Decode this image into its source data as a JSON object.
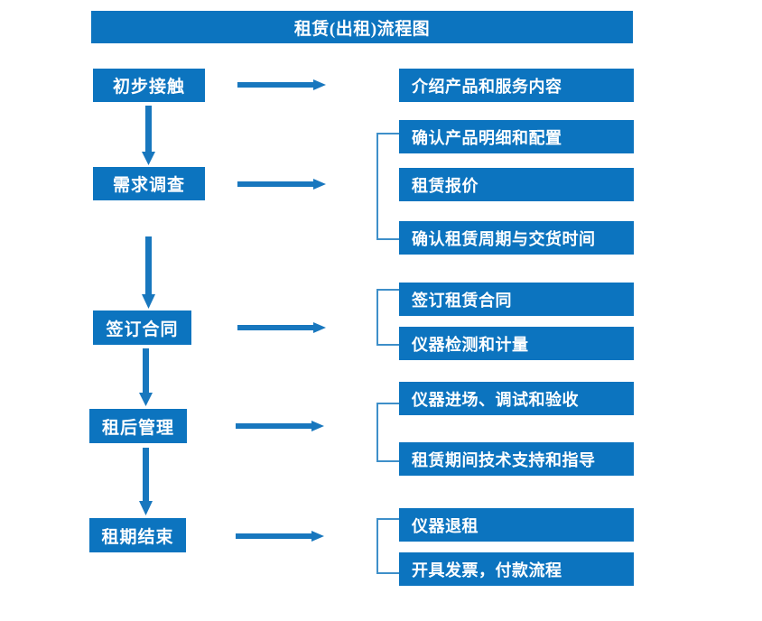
{
  "diagram": {
    "title": "租赁(出租)流程图",
    "accent_color": "#0C74BF",
    "bracket_color": "#3E8FC9",
    "text_color": "#FFFFFF",
    "background_color": "#FFFFFF"
  },
  "stages": [
    {
      "id": "stage-1",
      "label": "初步接触"
    },
    {
      "id": "stage-2",
      "label": "需求调查"
    },
    {
      "id": "stage-3",
      "label": "签订合同"
    },
    {
      "id": "stage-4",
      "label": "租后管理"
    },
    {
      "id": "stage-5",
      "label": "租期结束"
    }
  ],
  "details": {
    "group1": [
      {
        "label": "介绍产品和服务内容"
      }
    ],
    "group2": [
      {
        "label": "确认产品明细和配置"
      },
      {
        "label": "租赁报价"
      },
      {
        "label": "确认租赁周期与交货时间"
      }
    ],
    "group3": [
      {
        "label": "签订租赁合同"
      },
      {
        "label": "仪器检测和计量"
      }
    ],
    "group4": [
      {
        "label": "仪器进场、调试和验收"
      },
      {
        "label": "租赁期间技术支持和指导"
      }
    ],
    "group5": [
      {
        "label": "仪器退租"
      },
      {
        "label": "开具发票，付款流程"
      }
    ]
  },
  "connectors": {
    "horizontal_arrows": 5,
    "vertical_arrows": 4,
    "brackets": 4
  }
}
